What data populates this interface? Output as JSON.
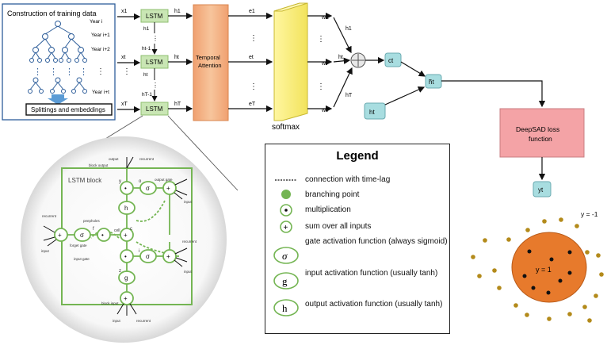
{
  "colors": {
    "lstm_fill": "#c9e6b4",
    "lstm_stroke": "#8fbf70",
    "attention_fill": "#f4b183",
    "softmax_fill": "#fff27a",
    "cell_fill": "#a8dde0",
    "loss_fill": "#f4a3a6",
    "tree_stroke": "#2e5e9a",
    "circle_green": "#74b553",
    "sphere_orange": "#e77a2c",
    "dot_gold": "#b38a1a"
  },
  "training": {
    "title": "Construction of training data",
    "years": [
      "Year i",
      "Year i+1",
      "Year i+2",
      "Year i+t"
    ],
    "split_label": "Splittings and embeddings"
  },
  "lstm": {
    "label": "LSTM",
    "inputs": [
      "x1",
      "xt",
      "xT"
    ],
    "outputs": [
      "h1",
      "ht",
      "hT"
    ],
    "between": [
      "h1",
      "ht-1",
      "ht",
      "hT-1"
    ]
  },
  "attention": {
    "label_line1": "Temporal",
    "label_line2": "Attention"
  },
  "energies": [
    "e1",
    "et",
    "eT"
  ],
  "softmax": {
    "label": "softmax"
  },
  "weights": [
    "w1",
    "wt",
    "wT"
  ],
  "weight_inputs": [
    "h1",
    "ht",
    "hT"
  ],
  "cell": {
    "ct": "ct",
    "ht_tilde": "h̃t",
    "ht": "ht"
  },
  "loss": {
    "line1": "DeepSAD loss",
    "line2": "function"
  },
  "output": {
    "yt": "yt"
  },
  "sphere": {
    "outside": "y = -1",
    "inside": "y = 1"
  },
  "lstm_block": {
    "title": "LSTM block",
    "labels": {
      "output_recurrent": "output",
      "recurrent": "recurrent",
      "block_output": "block output",
      "output_gate": "output gate",
      "peepholes": "peepholes",
      "forget_gate": "forget gate",
      "input_gate": "input gate",
      "cell": "cell",
      "input": "input",
      "block_input": "block input",
      "y": "y",
      "o": "o",
      "h": "h",
      "f": "f",
      "c": "c",
      "i": "i",
      "z": "z",
      "g": "g"
    }
  },
  "legend": {
    "title": "Legend",
    "items": [
      "connection with time-lag",
      "branching point",
      "multiplication",
      "sum over all inputs",
      "gate activation function (always sigmoid)",
      "input activation function (usually tanh)",
      "output activation function (usually tanh)"
    ],
    "symbols": {
      "sigma": "σ",
      "g": "g",
      "h": "h",
      "plus": "+"
    }
  }
}
